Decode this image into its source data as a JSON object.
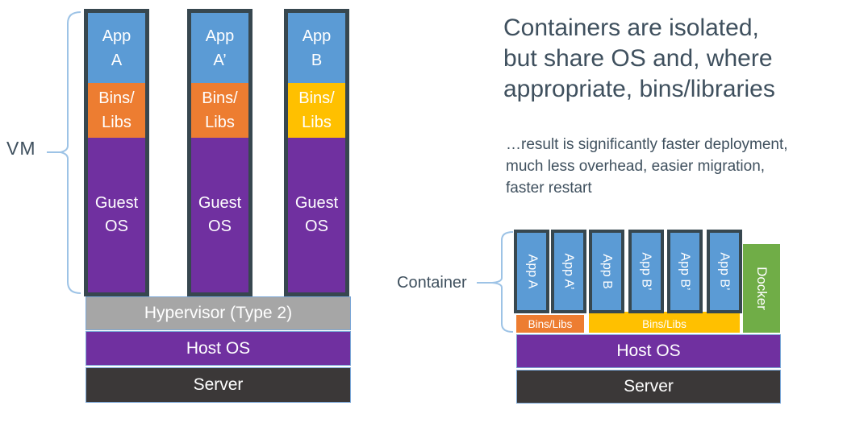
{
  "colors": {
    "app_blue": "#5B9BD5",
    "bins_orange": "#ED7D31",
    "bins_yellow": "#FFC000",
    "os_purple": "#7030A0",
    "docker_green": "#70AD47",
    "hypervisor_gray": "#A6A6A6",
    "server_dark": "#3B3838",
    "box_border_dark": "#37474F",
    "text_slate": "#3F505E",
    "brace_blue": "#9DC3E6"
  },
  "left": {
    "label": "VM",
    "columns": [
      {
        "app": "App\nA",
        "bins": "Bins/\nLibs",
        "os": "Guest\nOS"
      },
      {
        "app": "App\nA’",
        "bins": "Bins/\nLibs",
        "os": "Guest\nOS"
      },
      {
        "app": "App\nB",
        "bins": "Bins/\nLibs",
        "os": "Guest\nOS"
      }
    ],
    "hypervisor": "Hypervisor (Type 2)",
    "host_os": "Host OS",
    "server": "Server"
  },
  "right": {
    "title": "Containers are isolated,\nbut share OS and, where\nappropriate, bins/libraries",
    "subtitle": "…result is significantly faster deployment,\nmuch less overhead, easier migration,\nfaster restart",
    "label": "Container",
    "containers": [
      "App A",
      "App A’",
      "App B",
      "App B’",
      "App B’",
      "App B’"
    ],
    "docker": "Docker",
    "bins_orange_label": "Bins/Libs",
    "bins_yellow_label": "Bins/Libs",
    "host_os": "Host OS",
    "server": "Server"
  }
}
